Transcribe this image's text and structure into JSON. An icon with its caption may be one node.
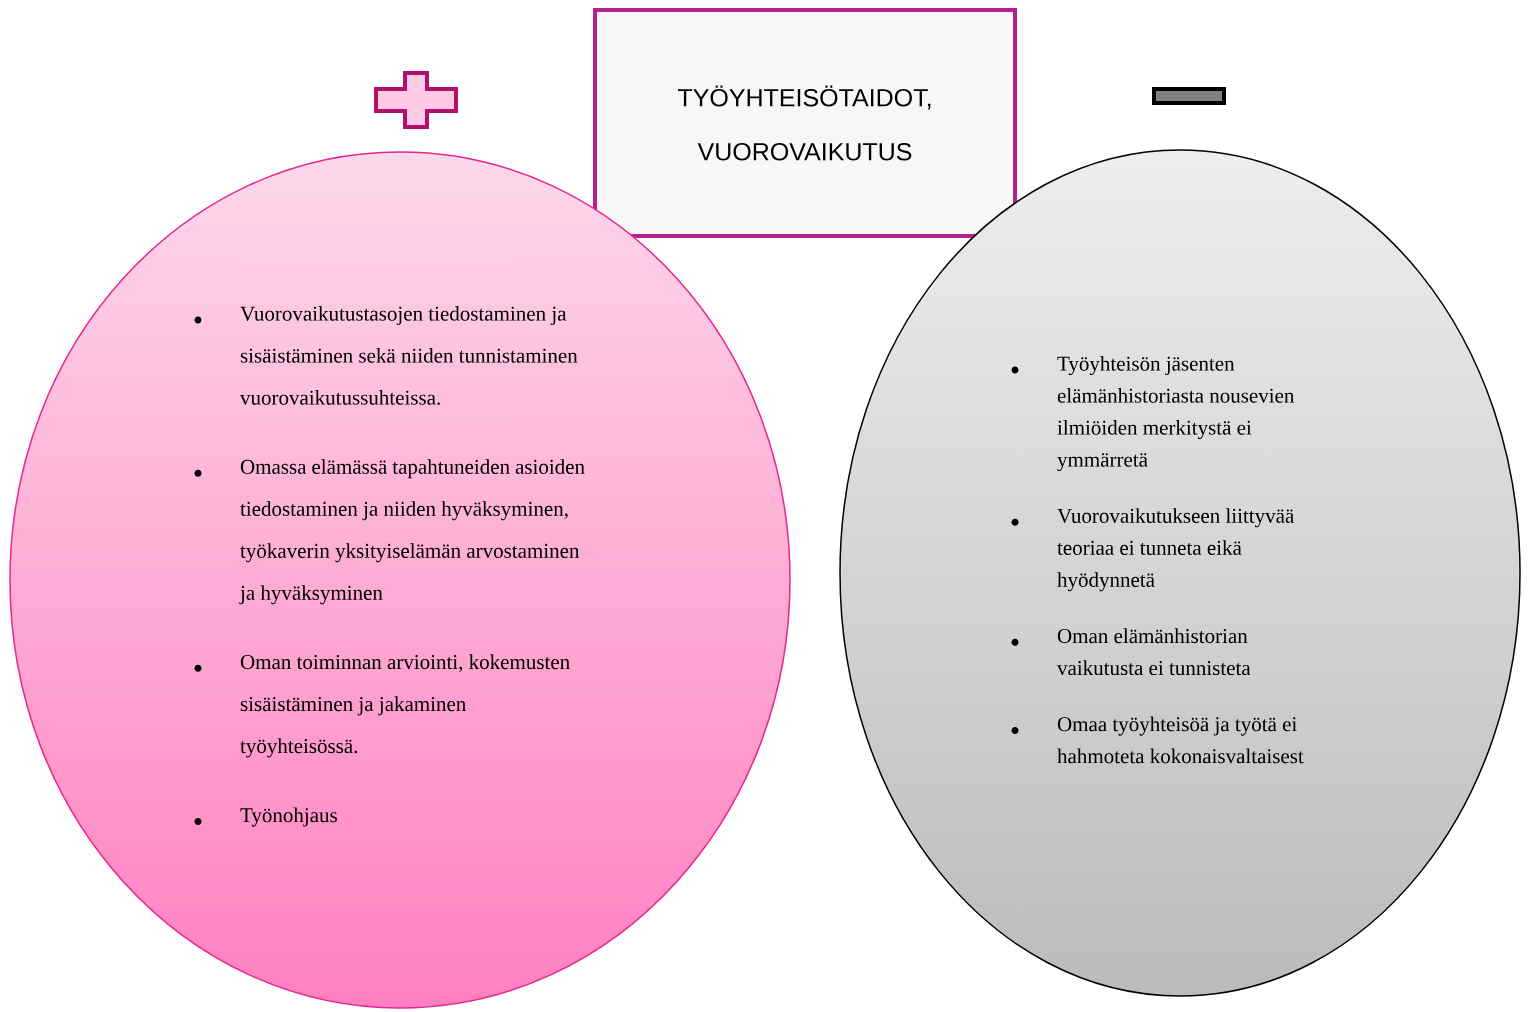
{
  "diagram": {
    "nodes": [
      {
        "text": [
          "TYÖYHTEISÖTAIDOT, VUOROVAIKUTUS"
        ]
      },
      {
        "text": [
          "Vuorovaikutustasojen tiedostaminen ja sisäistäminen sekä niiden tunnistaminen vuorovaikutussuhteissa.",
          "Omassa elämässä tapahtuneiden asioiden tiedostaminen ja niiden hyväksyminen, työkaverin yksityiselämän arvostaminen ja hyväksyminen",
          "Oman toiminnan arviointi, kokemusten sisäistäminen ja jakaminen työyhteisössä.",
          "Työnohjaus"
        ]
      },
      {
        "text": [
          "Työyhteisön jäsenten elämänhistoriasta nousevien ilmiöiden merkitystä ei ymmärretä",
          "Vuorovaikutukseen liittyvää teoriaa ei tunneta eikä hyödynnetä",
          "Oman elämänhistorian vaikutusta ei tunnisteta",
          "Omaa työyhteisöä ja työtä ei hahmoteta kokonaisvaltaisest"
        ]
      }
    ]
  }
}
